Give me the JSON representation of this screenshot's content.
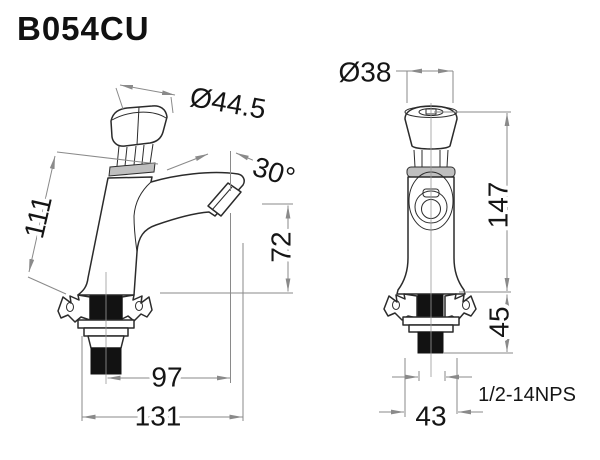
{
  "title": "B054CU",
  "side_view": {
    "cap_diameter": "Ø44.5",
    "spout_angle": "30°",
    "body_length": "111",
    "spout_height": "72",
    "spout_reach": "97",
    "overall_length": "131"
  },
  "front_view": {
    "cap_diameter": "Ø38",
    "overall_height": "147",
    "shank_length": "45",
    "base_width": "43",
    "thread_spec": "1/2-14NPS"
  },
  "colors": {
    "background": "#ffffff",
    "outline": "#2b2b2b",
    "dimension": "#8a8a8a",
    "text": "#151515"
  }
}
